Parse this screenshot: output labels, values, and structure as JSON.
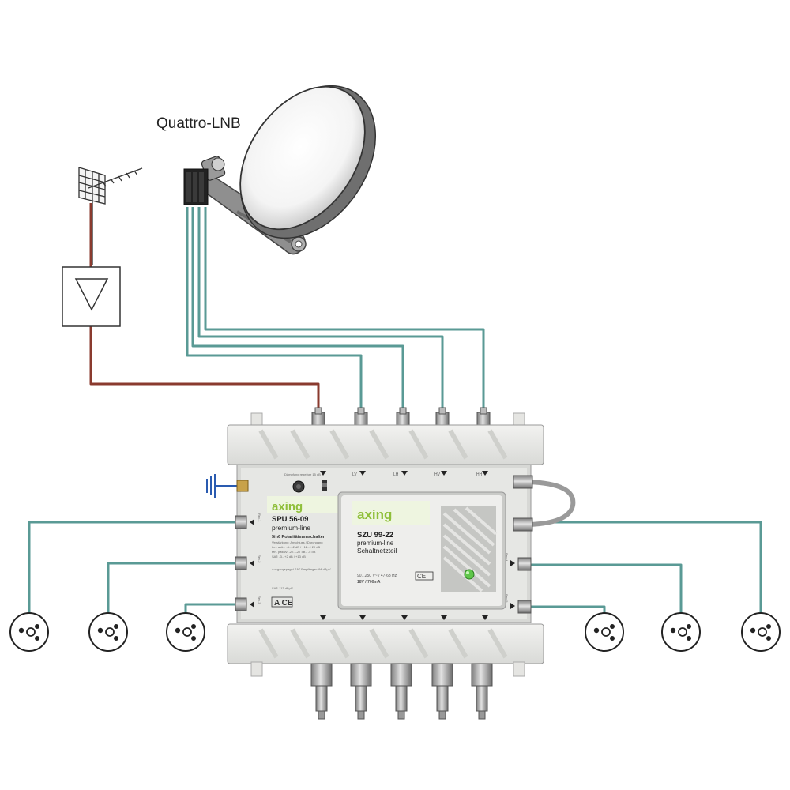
{
  "labels": {
    "lnb": "Quattro-LNB"
  },
  "switch": {
    "brand": "axing",
    "model": "SPU 56-09",
    "line": "premium-line",
    "desc": "5in6 Polaritätsumschalter",
    "spec_header": "Verstärkung: Anschluss / Durchgang",
    "spec_rows": [
      "terr. aktiv: -5...-2 dB / +12...+20 dB",
      "terr. passiv: -22...-27 dB / -5 dB",
      "SAT: -3...+2 dB / +13 dB"
    ],
    "input_labels": [
      "LV",
      "LH",
      "HV",
      "HH"
    ],
    "output_labels": [
      "Rec.1",
      "Rec.2",
      "Rec.3",
      "Rec.4",
      "Rec.5"
    ],
    "gain_label": "Dämpfung regelbar 15 dB",
    "output_level": "Ausgangspegel SAT-Empfänger: 94 dBµV",
    "cascade_level": "SAT: 113 dBµV"
  },
  "psu": {
    "brand": "axing",
    "model": "SZU 99-22",
    "line": "premium-line",
    "desc": "Schaltnetzteil",
    "spec1": "90...250 V~ / 47-63 Hz",
    "spec2": "18V / 700mA"
  },
  "colors": {
    "sat_cable": "#5a9a95",
    "terr_cable": "#8a3a2e",
    "housing": "#e8e9e6",
    "accent_green": "#8fbf3a"
  }
}
